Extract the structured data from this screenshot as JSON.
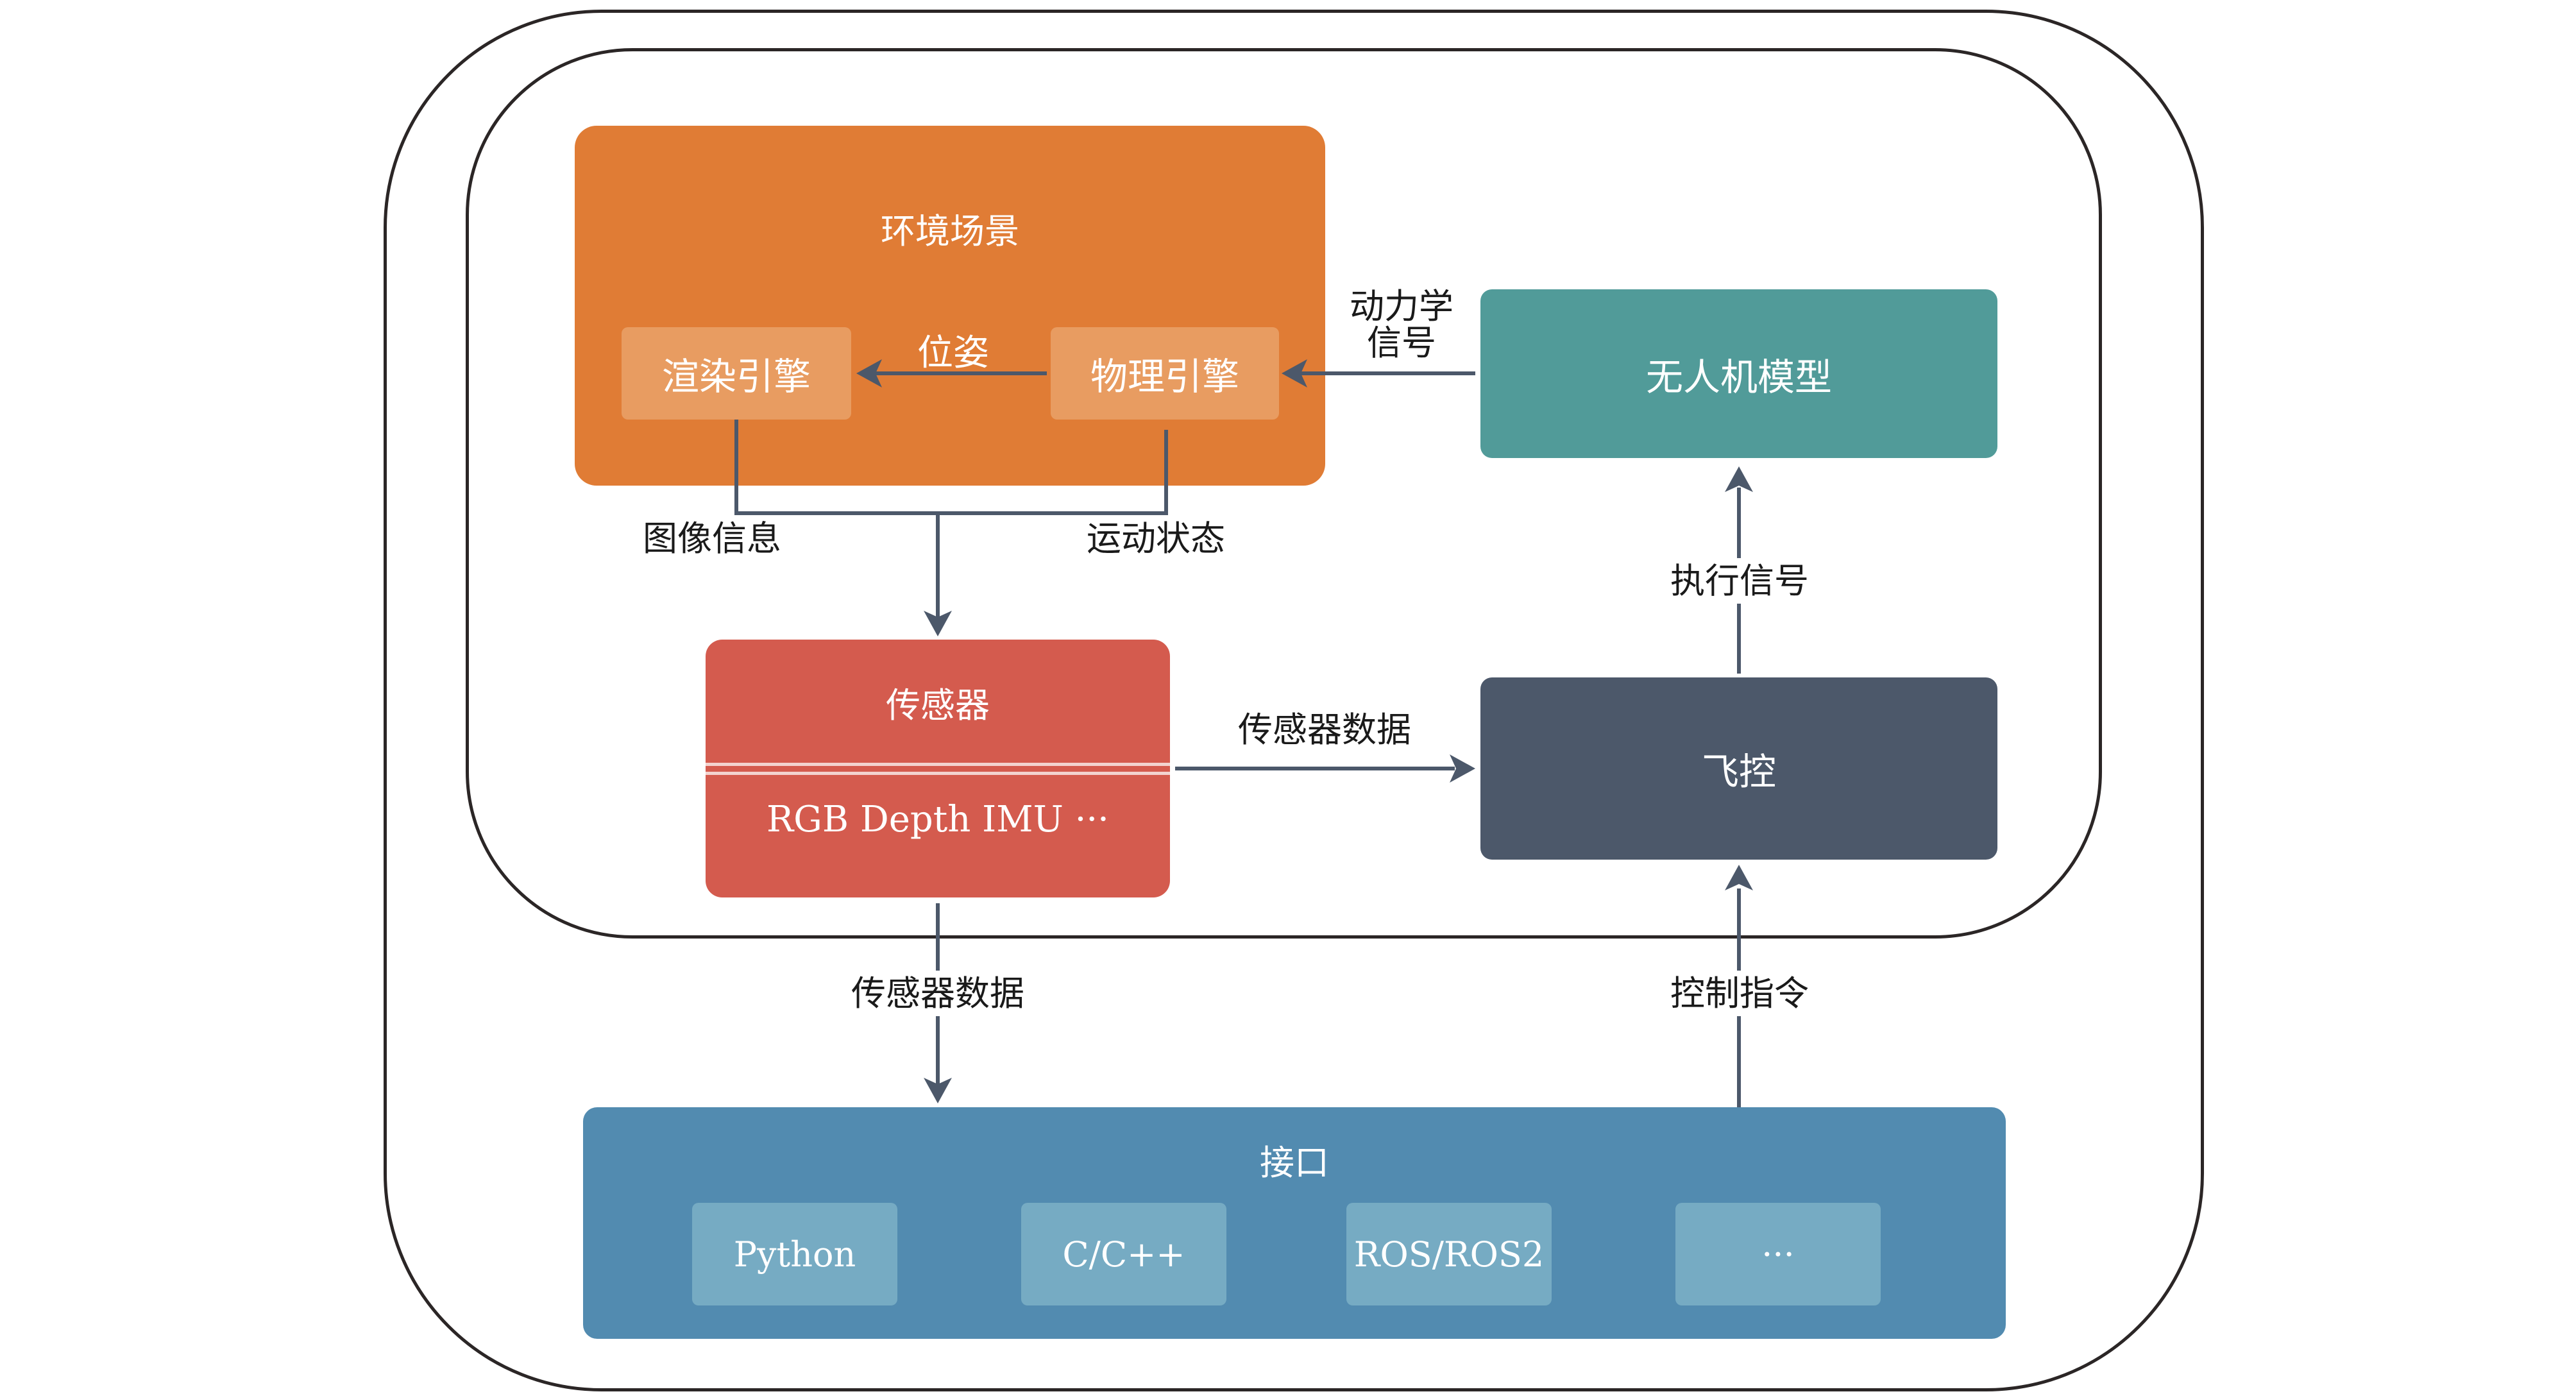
{
  "colors": {
    "environment": "#e07c35",
    "engine_sub": "#e89c61",
    "drone_model": "#519b99",
    "sensor": "#d45b4e",
    "flight_control": "#4c586a",
    "interface": "#528bb0",
    "interface_sub": "#76abc3",
    "arrow": "#4c586a",
    "frame": "#2b2626"
  },
  "environment": {
    "title": "环境场景",
    "render_engine": "渲染引擎",
    "physics_engine": "物理引擎",
    "pose_label": "位姿"
  },
  "drone_model": {
    "title": "无人机模型"
  },
  "dynamics_label": {
    "line1": "动力学",
    "line2": "信号"
  },
  "image_info_label": "图像信息",
  "motion_state_label": "运动状态",
  "sensor": {
    "title": "传感器",
    "types": "RGB Depth IMU ···"
  },
  "sensor_to_fc_label": "传感器数据",
  "flight_control": {
    "title": "飞控"
  },
  "exec_signal_label": "执行信号",
  "sensor_to_interface_label": "传感器数据",
  "control_cmd_label": "控制指令",
  "interface": {
    "title": "接口",
    "items": [
      "Python",
      "C/C++",
      "ROS/ROS2",
      "···"
    ]
  }
}
